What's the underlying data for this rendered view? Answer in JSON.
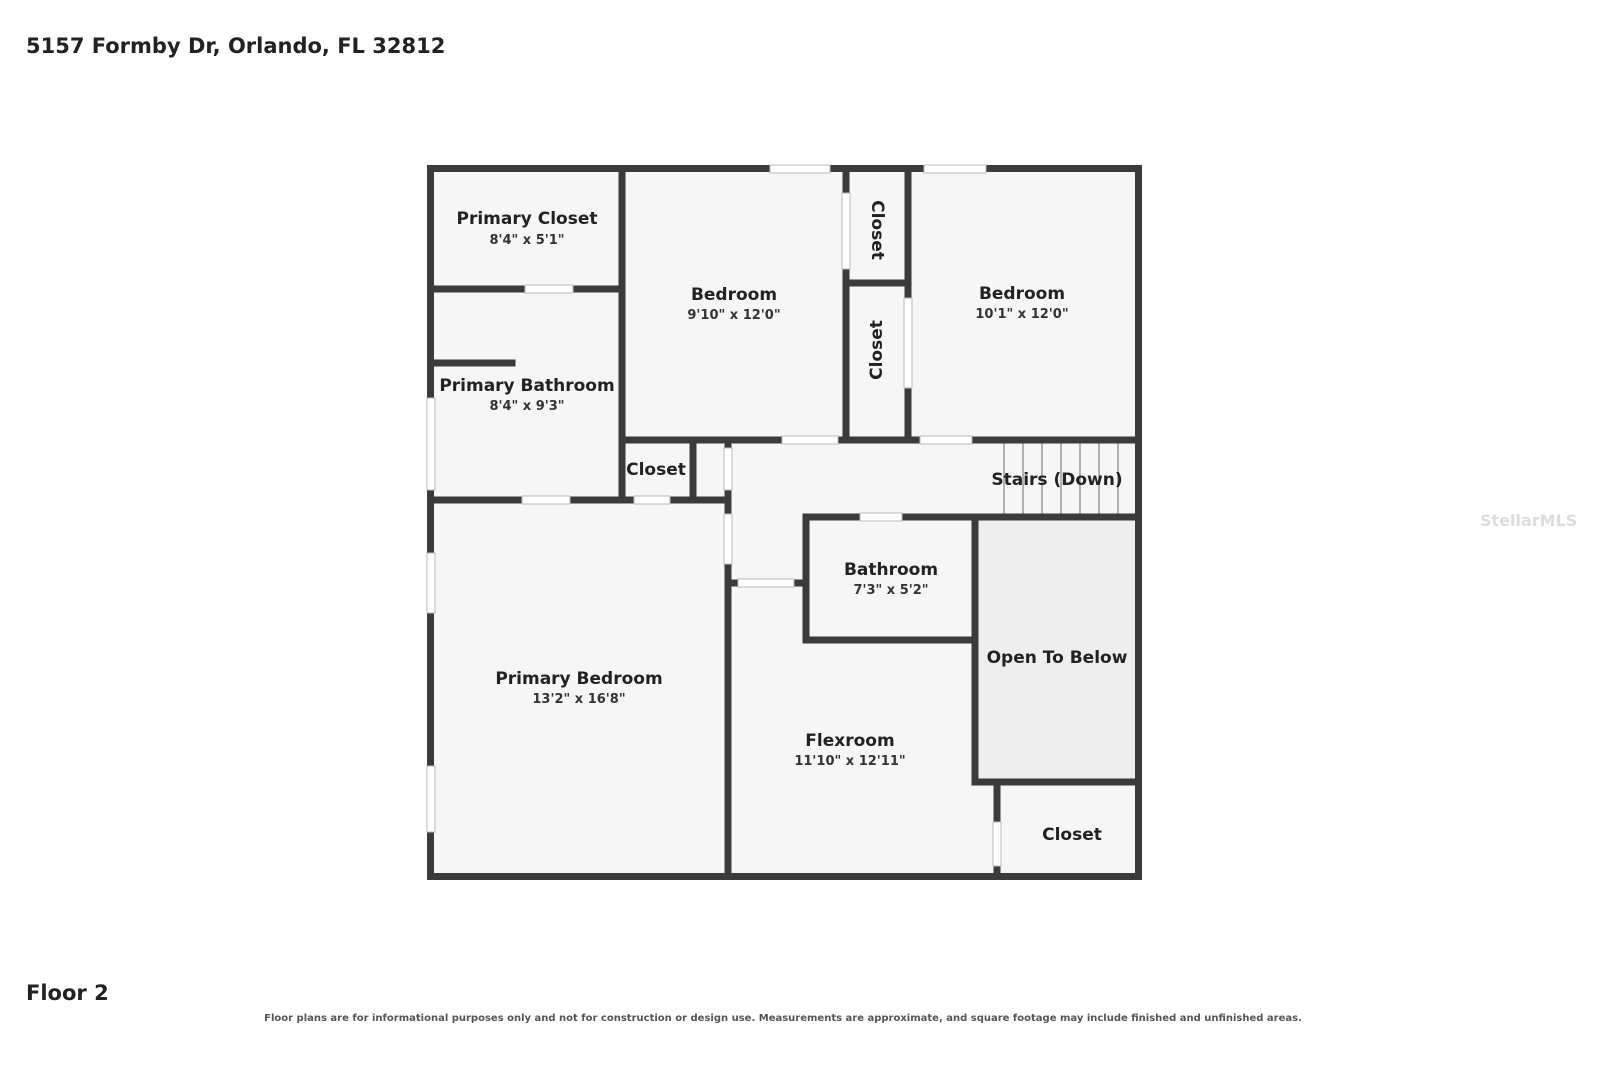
{
  "header": {
    "address": "5157 Formby Dr, Orlando, FL 32812"
  },
  "floor": {
    "label": "Floor 2"
  },
  "footer": {
    "disclaimer": "Floor plans are for informational purposes only and not for construction or design use. Measurements are approximate, and square footage may include finished and unfinished areas."
  },
  "watermark": {
    "text": "StellarMLS"
  },
  "colors": {
    "wall": "#3b3b3b",
    "room_fill": "#f6f6f6",
    "open_to_below_fill": "#eeeeee",
    "opening": "#ffffff"
  },
  "rooms": {
    "primary_closet": {
      "name": "Primary Closet",
      "dims": "8'4\" x 5'1\""
    },
    "bedroom_1": {
      "name": "Bedroom",
      "dims": "9'10\" x 12'0\""
    },
    "closet_upper": {
      "name": "Closet"
    },
    "closet_middle": {
      "name": "Closet"
    },
    "bedroom_2": {
      "name": "Bedroom",
      "dims": "10'1\" x 12'0\""
    },
    "primary_bathroom": {
      "name": "Primary Bathroom",
      "dims": "8'4\" x 9'3\""
    },
    "closet_small": {
      "name": "Closet"
    },
    "stairs": {
      "name": "Stairs (Down)"
    },
    "bathroom": {
      "name": "Bathroom",
      "dims": "7'3\" x 5'2\""
    },
    "open_to_below": {
      "name": "Open To Below"
    },
    "primary_bedroom": {
      "name": "Primary Bedroom",
      "dims": "13'2\" x 16'8\""
    },
    "flexroom": {
      "name": "Flexroom",
      "dims": "11'10\" x 12'11\""
    },
    "closet_lower": {
      "name": "Closet"
    }
  }
}
